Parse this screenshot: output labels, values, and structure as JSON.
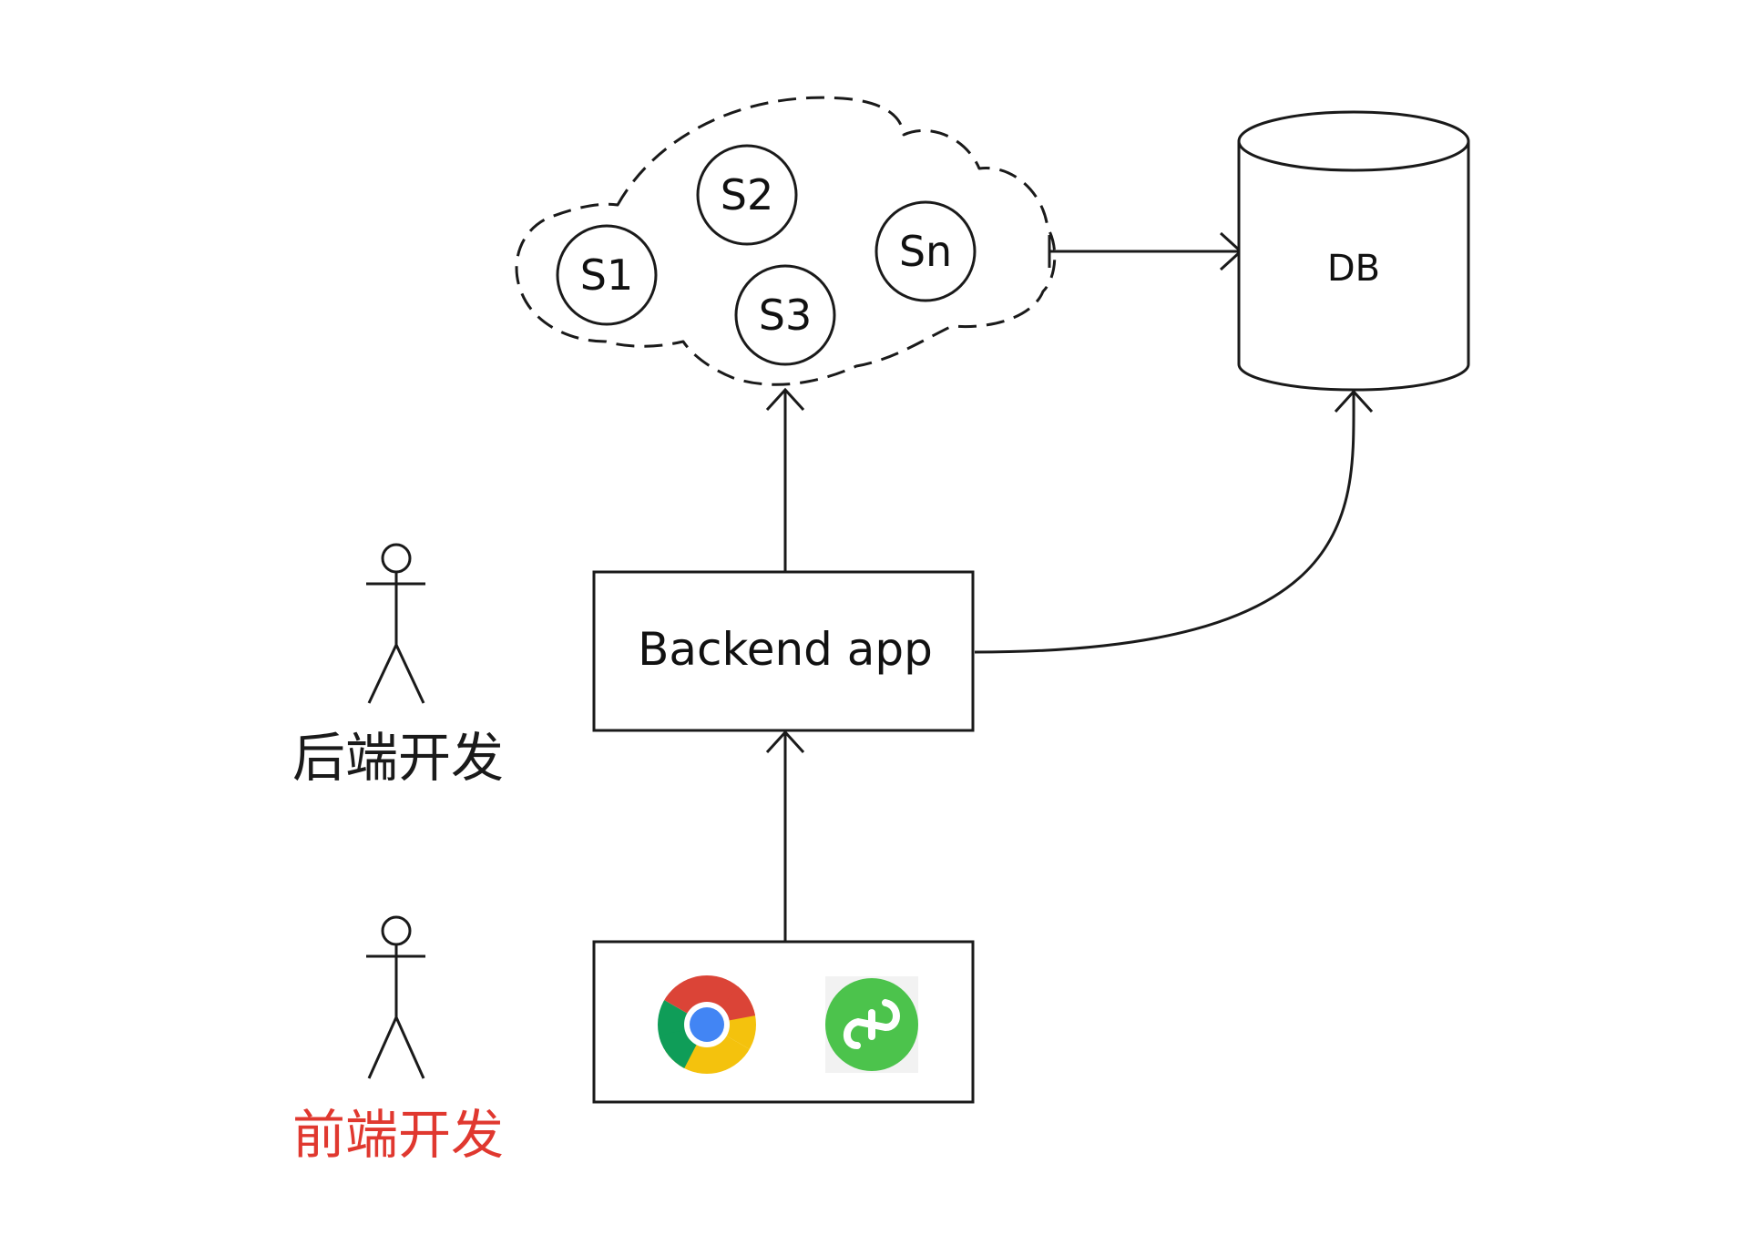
{
  "colors": {
    "stroke": "#1a1a1a",
    "text": "#111111",
    "frontend_label": "#e0382f",
    "chrome_red": "#db4437",
    "chrome_yellow": "#f4c20d",
    "chrome_green": "#0f9d58",
    "chrome_blue": "#4285f4",
    "miniprogram_green": "#4cc34c"
  },
  "cloud": {
    "services": [
      "S1",
      "S2",
      "S3",
      "Sn"
    ]
  },
  "database": {
    "label": "DB"
  },
  "backend": {
    "label": "Backend app"
  },
  "clients": {
    "icons": [
      "chrome-browser-icon",
      "wechat-mini-program-icon"
    ]
  },
  "actors": {
    "backend_dev": "后端开发",
    "frontend_dev": "前端开发"
  }
}
